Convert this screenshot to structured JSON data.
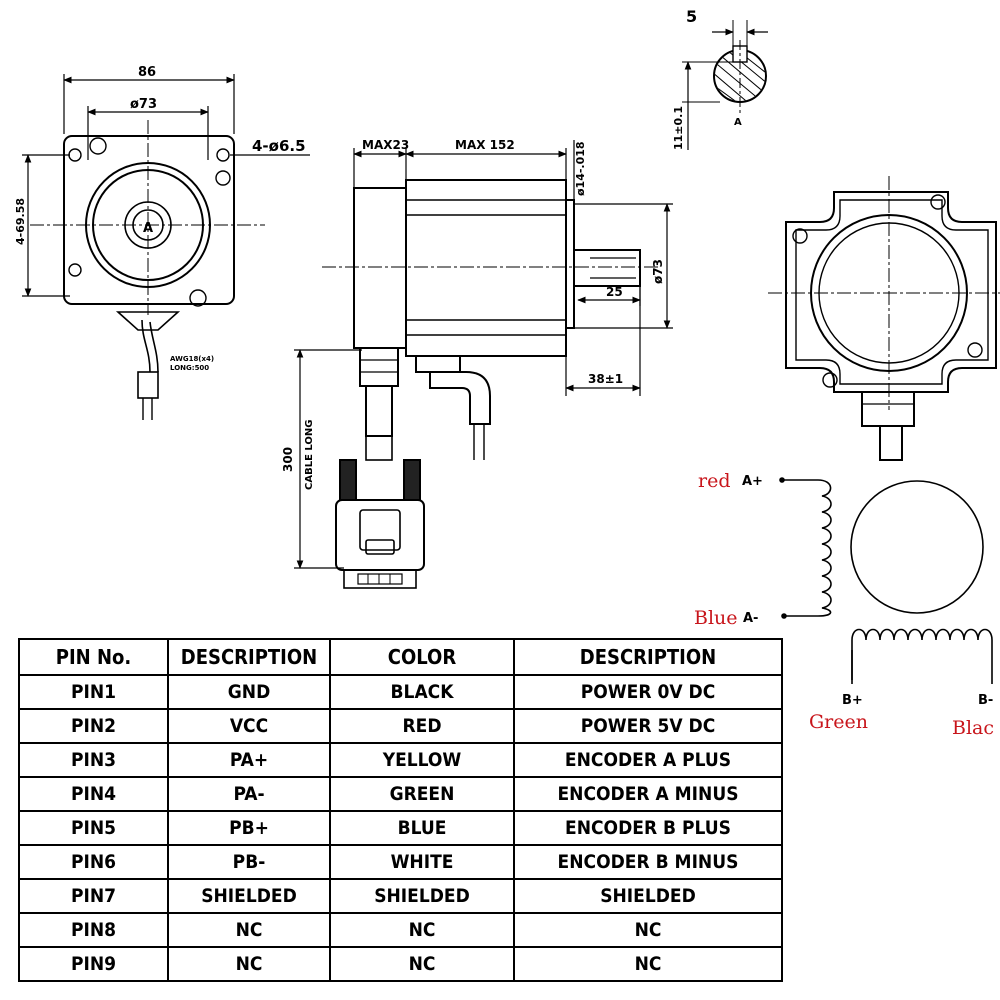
{
  "dims": {
    "front_width": "86",
    "front_circle": "ø73",
    "holes": "4-ø6.5",
    "hole_spacing": "4-69.58",
    "shaft_flat_label": "A",
    "cable_note_1": "AWG18(x4)",
    "cable_note_2": "LONG:500",
    "max_encoder": "MAX23",
    "max_body": "MAX 152",
    "shaft_dia": "ø14-.018",
    "flange_dia": "ø73",
    "shaft_key_len": "25",
    "shaft_len": "38±1",
    "cable_long_value": "300",
    "cable_long_label": "CABLE LONG",
    "key_width": "5",
    "key_height": "11±0.1",
    "section_label": "A"
  },
  "wiring": {
    "a_plus": "A+",
    "a_plus_color": "red",
    "a_minus": "A-",
    "a_minus_color": "Blue",
    "b_plus": "B+",
    "b_plus_color": "Green",
    "b_minus": "B-",
    "b_minus_color": "Blac"
  },
  "table": {
    "headers": [
      "PIN No.",
      "DESCRIPTION",
      "COLOR",
      "DESCRIPTION"
    ],
    "rows": [
      [
        "PIN1",
        "GND",
        "BLACK",
        "POWER 0V DC"
      ],
      [
        "PIN2",
        "VCC",
        "RED",
        "POWER 5V DC"
      ],
      [
        "PIN3",
        "PA+",
        "YELLOW",
        "ENCODER A PLUS"
      ],
      [
        "PIN4",
        "PA-",
        "GREEN",
        "ENCODER A MINUS"
      ],
      [
        "PIN5",
        "PB+",
        "BLUE",
        "ENCODER B PLUS"
      ],
      [
        "PIN6",
        "PB-",
        "WHITE",
        "ENCODER B MINUS"
      ],
      [
        "PIN7",
        "SHIELDED",
        "SHIELDED",
        "SHIELDED"
      ],
      [
        "PIN8",
        "NC",
        "NC",
        "NC"
      ],
      [
        "PIN9",
        "NC",
        "NC",
        "NC"
      ]
    ]
  },
  "colors": {
    "line": "#000000",
    "label_red": "#c8151b"
  }
}
